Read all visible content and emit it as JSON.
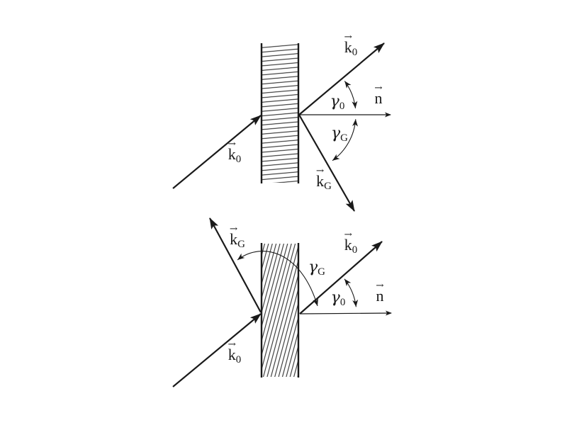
{
  "colors": {
    "background": "#ffffff",
    "ink": "#1a1a1a"
  },
  "glyphs": {
    "vector_arrow": "→"
  },
  "top": {
    "k0_in": {
      "base": "k",
      "sub": "0"
    },
    "k0_out": {
      "base": "k",
      "sub": "0"
    },
    "kG": {
      "base": "k",
      "sub": "G"
    },
    "n": {
      "base": "n",
      "sub": ""
    },
    "gamma0": {
      "base": "γ",
      "sub": "0"
    },
    "gammaG": {
      "base": "γ",
      "sub": "G"
    }
  },
  "bottom": {
    "k0_in": {
      "base": "k",
      "sub": "0"
    },
    "k0_out": {
      "base": "k",
      "sub": "0"
    },
    "kG": {
      "base": "k",
      "sub": "G"
    },
    "n": {
      "base": "n",
      "sub": ""
    },
    "gamma0": {
      "base": "γ",
      "sub": "0"
    },
    "gammaG": {
      "base": "γ",
      "sub": "G"
    }
  }
}
